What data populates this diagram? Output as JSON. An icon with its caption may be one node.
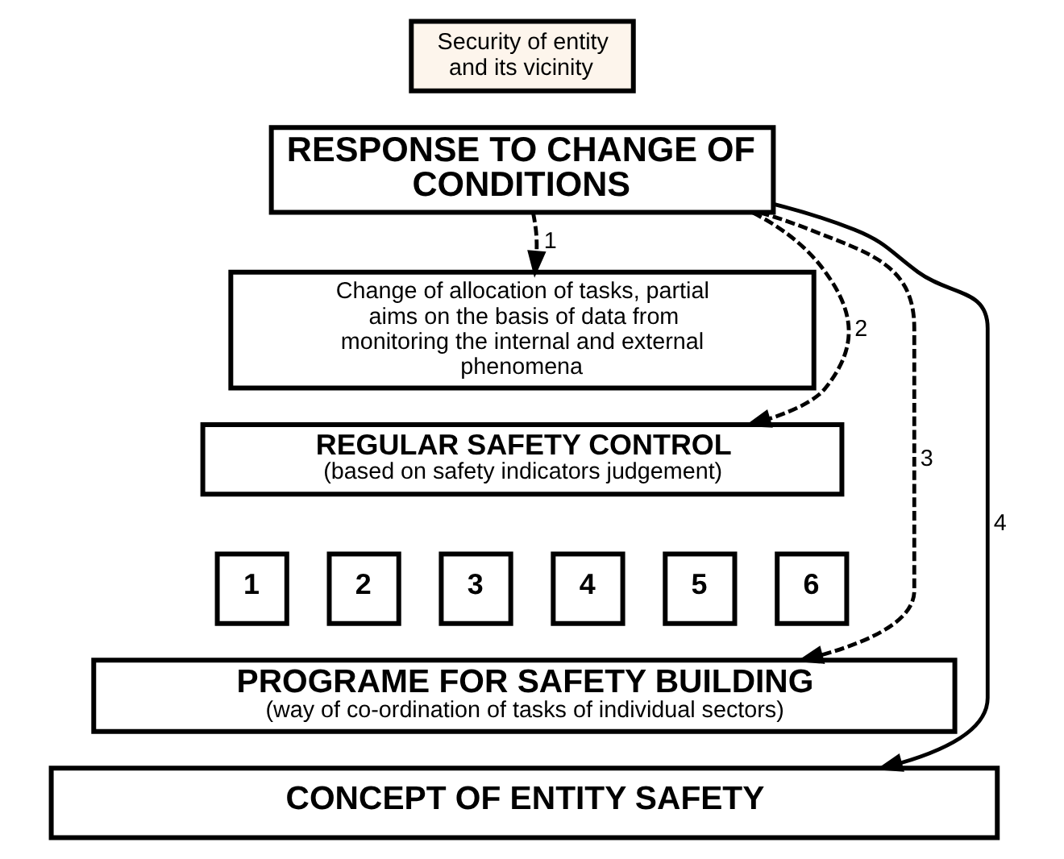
{
  "diagram": {
    "nodes": [
      {
        "text": [
          "Security of entity and its vicinity"
        ]
      },
      {
        "text": [
          "RESPONSE TO CHANGE OF CONDITIONS"
        ]
      },
      {
        "text": [
          "Change of allocation of tasks, partial aims on the basis of data from monitoring the internal and external phenomena"
        ]
      },
      {
        "text": [
          "REGULAR SAFETY CONTROL",
          "(based on safety indicators judgement)"
        ]
      },
      {
        "text": [
          "1"
        ]
      },
      {
        "text": [
          "2"
        ]
      },
      {
        "text": [
          "3"
        ]
      },
      {
        "text": [
          "4"
        ]
      },
      {
        "text": [
          "5"
        ]
      },
      {
        "text": [
          "6"
        ]
      },
      {
        "text": [
          "PROGRAME FOR SAFETY BUILDING",
          "(way of co-ordination of tasks of individual sectors)"
        ]
      },
      {
        "text": [
          "CONCEPT OF ENTITY SAFETY"
        ]
      }
    ],
    "edges": [
      {
        "from": 1,
        "to": 2,
        "arrow": "to",
        "label": "1",
        "style": "dashed"
      },
      {
        "from": 1,
        "to": 3,
        "arrow": "to",
        "label": "2",
        "style": "dashed"
      },
      {
        "from": 1,
        "to": 10,
        "arrow": "to",
        "label": "3",
        "style": "dashed"
      },
      {
        "from": 1,
        "to": 11,
        "arrow": "to",
        "label": "4"
      }
    ]
  }
}
